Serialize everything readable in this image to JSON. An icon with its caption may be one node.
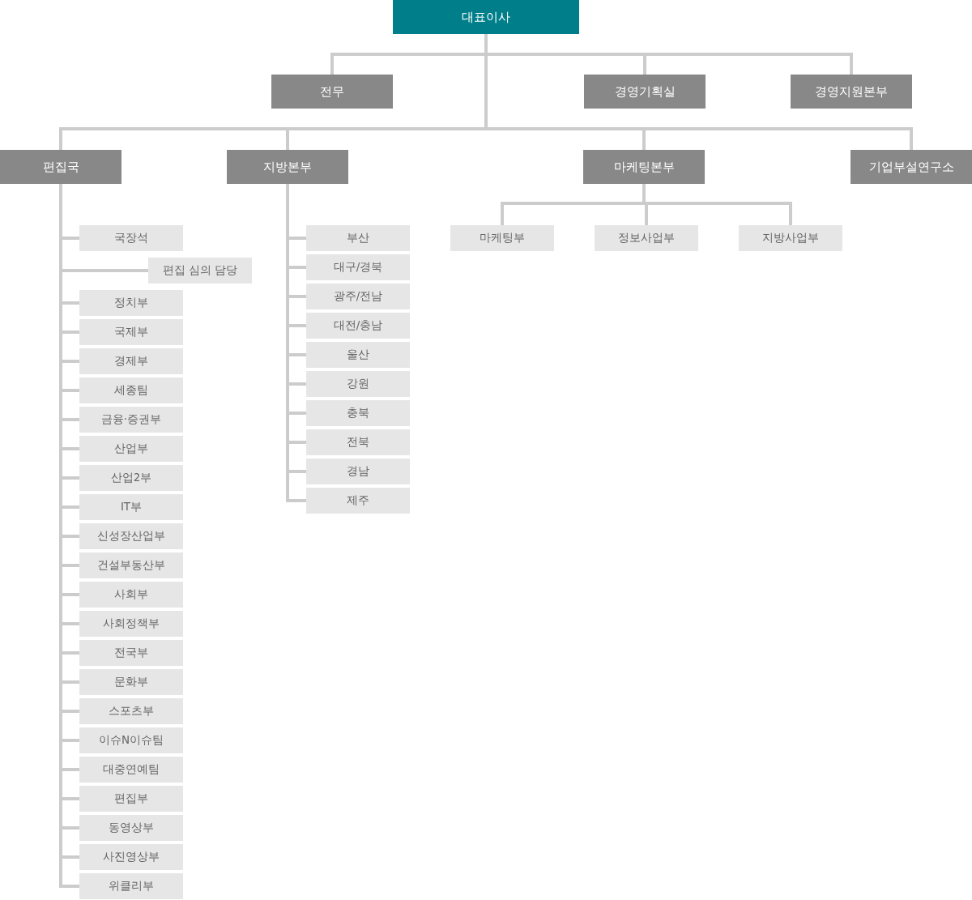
{
  "diagram": {
    "nodes": [
      {
        "text": [
          "대표이사"
        ]
      },
      {
        "text": [
          "전무"
        ]
      },
      {
        "text": [
          "경영기획실"
        ]
      },
      {
        "text": [
          "경영지원본부"
        ]
      },
      {
        "text": [
          "편집국"
        ]
      },
      {
        "text": [
          "지방본부"
        ]
      },
      {
        "text": [
          "마케팅본부"
        ]
      },
      {
        "text": [
          "기업부설연구소"
        ]
      },
      {
        "text": [
          "국장석"
        ]
      },
      {
        "text": [
          "편집 심의 담당"
        ]
      },
      {
        "text": [
          "정치부"
        ]
      },
      {
        "text": [
          "국제부"
        ]
      },
      {
        "text": [
          "경제부"
        ]
      },
      {
        "text": [
          "세종팀"
        ]
      },
      {
        "text": [
          "금융·증권부"
        ]
      },
      {
        "text": [
          "산업부"
        ]
      },
      {
        "text": [
          "산업2부"
        ]
      },
      {
        "text": [
          "IT부"
        ]
      },
      {
        "text": [
          "신성장산업부"
        ]
      },
      {
        "text": [
          "건설부동산부"
        ]
      },
      {
        "text": [
          "사회부"
        ]
      },
      {
        "text": [
          "사회정책부"
        ]
      },
      {
        "text": [
          "전국부"
        ]
      },
      {
        "text": [
          "문화부"
        ]
      },
      {
        "text": [
          "스포츠부"
        ]
      },
      {
        "text": [
          "이슈N이슈팀"
        ]
      },
      {
        "text": [
          "대중연예팀"
        ]
      },
      {
        "text": [
          "편집부"
        ]
      },
      {
        "text": [
          "동영상부"
        ]
      },
      {
        "text": [
          "사진영상부"
        ]
      },
      {
        "text": [
          "위클리부"
        ]
      },
      {
        "text": [
          "부산"
        ]
      },
      {
        "text": [
          "대구/경북"
        ]
      },
      {
        "text": [
          "광주/전남"
        ]
      },
      {
        "text": [
          "대전/충남"
        ]
      },
      {
        "text": [
          "울산"
        ]
      },
      {
        "text": [
          "강원"
        ]
      },
      {
        "text": [
          "충북"
        ]
      },
      {
        "text": [
          "전북"
        ]
      },
      {
        "text": [
          "경남"
        ]
      },
      {
        "text": [
          "제주"
        ]
      },
      {
        "text": [
          "마케팅부"
        ]
      },
      {
        "text": [
          "정보사업부"
        ]
      },
      {
        "text": [
          "지방사업부"
        ]
      }
    ],
    "edges": [
      {
        "from": 0,
        "to": 1,
        "arrow": "none"
      },
      {
        "from": 0,
        "to": 2,
        "arrow": "none"
      },
      {
        "from": 0,
        "to": 3,
        "arrow": "none"
      },
      {
        "from": 0,
        "to": 4,
        "arrow": "none"
      },
      {
        "from": 0,
        "to": 5,
        "arrow": "none"
      },
      {
        "from": 0,
        "to": 6,
        "arrow": "none"
      },
      {
        "from": 0,
        "to": 7,
        "arrow": "none"
      },
      {
        "from": 4,
        "to": 8,
        "arrow": "none"
      },
      {
        "from": 4,
        "to": 9,
        "arrow": "none"
      },
      {
        "from": 4,
        "to": 10,
        "arrow": "none"
      },
      {
        "from": 4,
        "to": 11,
        "arrow": "none"
      },
      {
        "from": 4,
        "to": 12,
        "arrow": "none"
      },
      {
        "from": 4,
        "to": 13,
        "arrow": "none"
      },
      {
        "from": 4,
        "to": 14,
        "arrow": "none"
      },
      {
        "from": 4,
        "to": 15,
        "arrow": "none"
      },
      {
        "from": 4,
        "to": 16,
        "arrow": "none"
      },
      {
        "from": 4,
        "to": 17,
        "arrow": "none"
      },
      {
        "from": 4,
        "to": 18,
        "arrow": "none"
      },
      {
        "from": 4,
        "to": 19,
        "arrow": "none"
      },
      {
        "from": 4,
        "to": 20,
        "arrow": "none"
      },
      {
        "from": 4,
        "to": 21,
        "arrow": "none"
      },
      {
        "from": 4,
        "to": 22,
        "arrow": "none"
      },
      {
        "from": 4,
        "to": 23,
        "arrow": "none"
      },
      {
        "from": 4,
        "to": 24,
        "arrow": "none"
      },
      {
        "from": 4,
        "to": 25,
        "arrow": "none"
      },
      {
        "from": 4,
        "to": 26,
        "arrow": "none"
      },
      {
        "from": 4,
        "to": 27,
        "arrow": "none"
      },
      {
        "from": 4,
        "to": 28,
        "arrow": "none"
      },
      {
        "from": 4,
        "to": 29,
        "arrow": "none"
      },
      {
        "from": 4,
        "to": 30,
        "arrow": "none"
      },
      {
        "from": 5,
        "to": 31,
        "arrow": "none"
      },
      {
        "from": 5,
        "to": 32,
        "arrow": "none"
      },
      {
        "from": 5,
        "to": 33,
        "arrow": "none"
      },
      {
        "from": 5,
        "to": 34,
        "arrow": "none"
      },
      {
        "from": 5,
        "to": 35,
        "arrow": "none"
      },
      {
        "from": 5,
        "to": 36,
        "arrow": "none"
      },
      {
        "from": 5,
        "to": 37,
        "arrow": "none"
      },
      {
        "from": 5,
        "to": 38,
        "arrow": "none"
      },
      {
        "from": 5,
        "to": 39,
        "arrow": "none"
      },
      {
        "from": 5,
        "to": 40,
        "arrow": "none"
      },
      {
        "from": 6,
        "to": 41,
        "arrow": "none"
      },
      {
        "from": 6,
        "to": 42,
        "arrow": "none"
      },
      {
        "from": 6,
        "to": 43,
        "arrow": "none"
      }
    ]
  }
}
